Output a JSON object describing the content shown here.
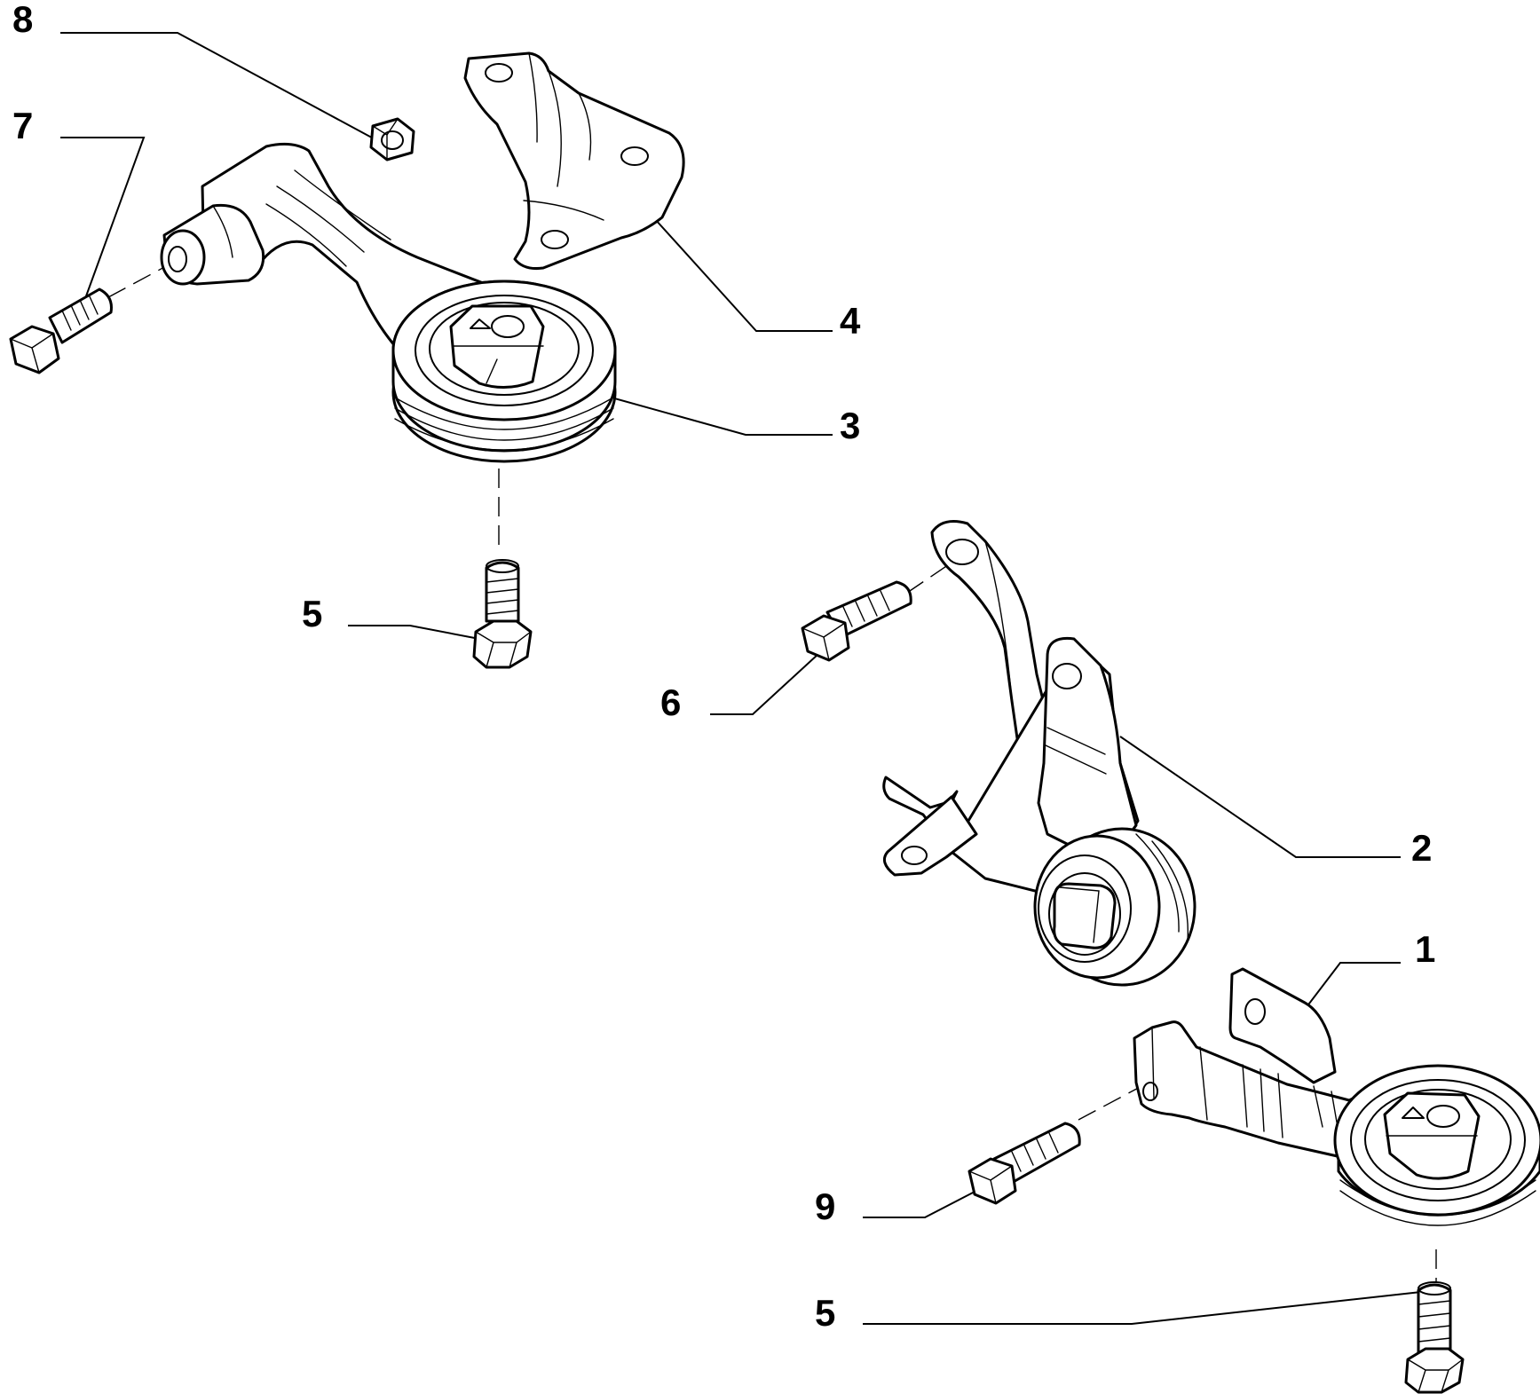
{
  "callouts": {
    "label_1": "1",
    "label_2": "2",
    "label_3": "3",
    "label_4": "4",
    "label_5_top": "5",
    "label_5_bottom": "5",
    "label_6": "6",
    "label_7": "7",
    "label_8": "8",
    "label_9": "9"
  }
}
